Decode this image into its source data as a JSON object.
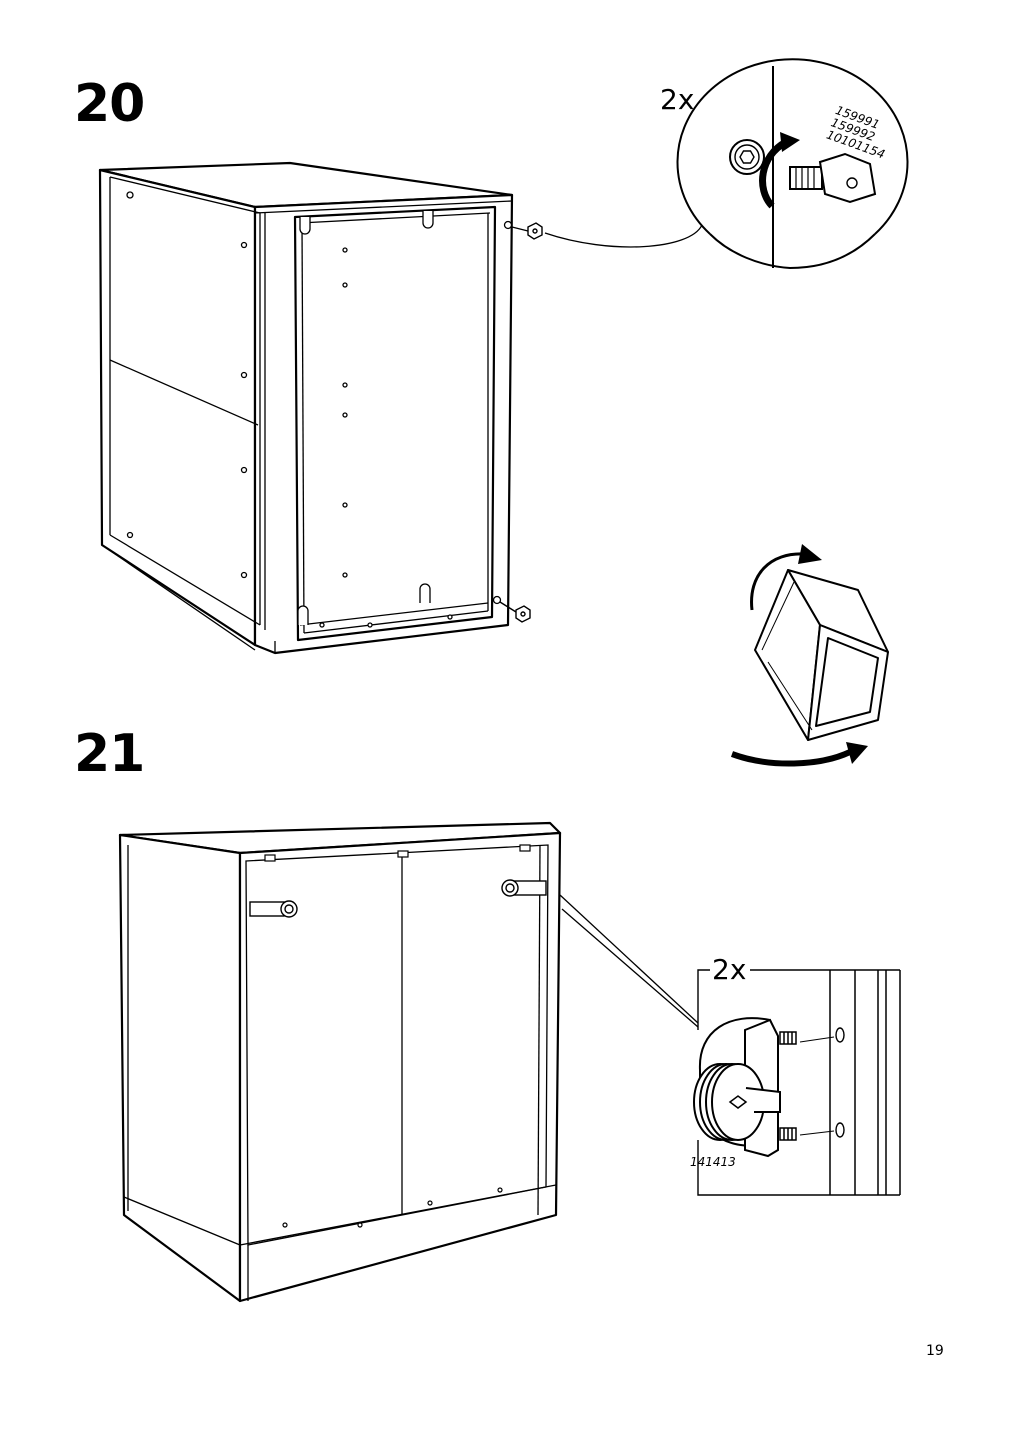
{
  "steps": [
    {
      "number": "20",
      "quantity": "2x",
      "part_numbers": [
        "159991",
        "159992",
        "10101154"
      ]
    },
    {
      "number": "21",
      "quantity": "2x",
      "part_numbers": [
        "141413"
      ]
    }
  ],
  "page": {
    "number": "19"
  }
}
